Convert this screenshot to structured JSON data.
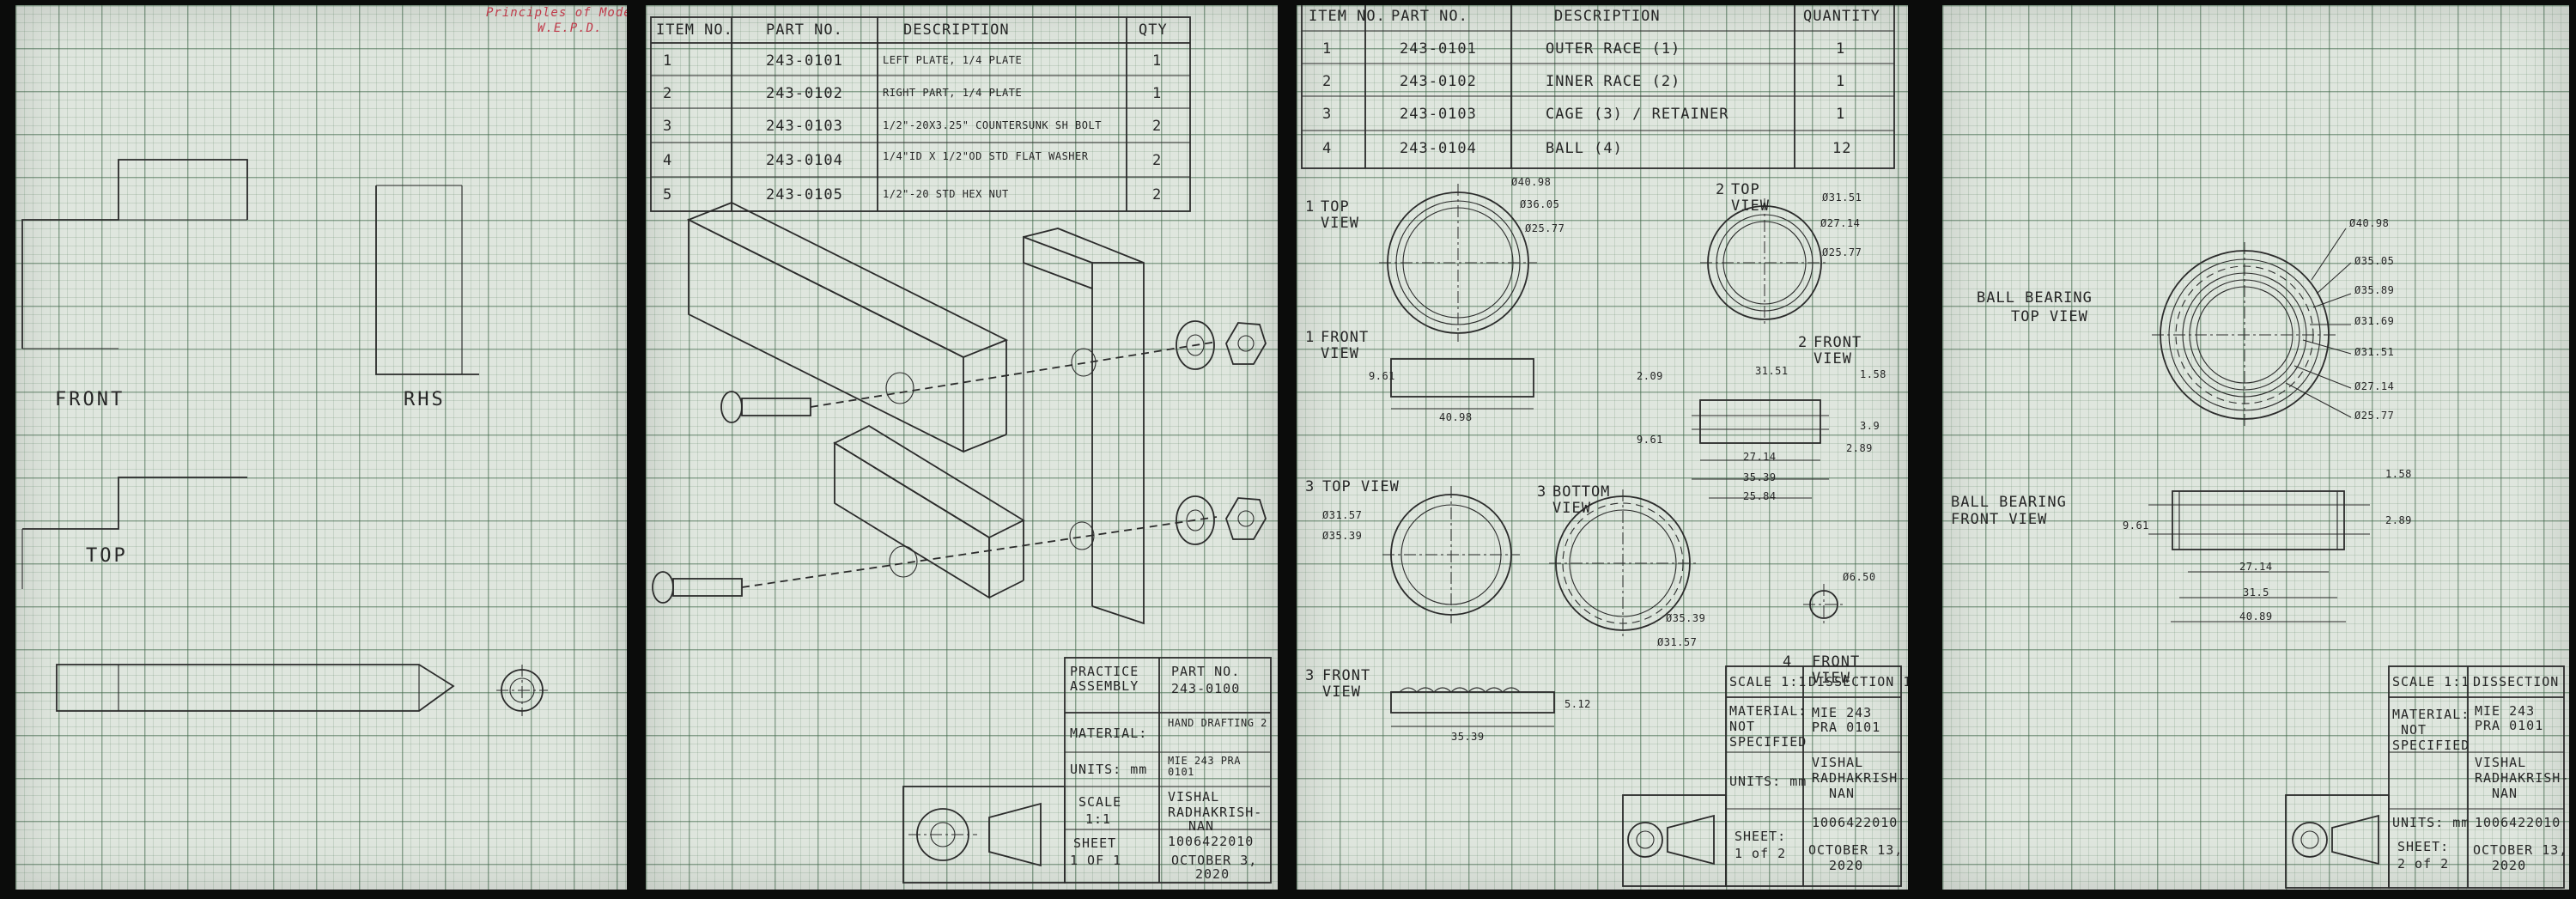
{
  "sheet1": {
    "header_note_line1": "Principles of Modelling",
    "header_note_line2": "W.E.P.D.",
    "label_front": "FRONT",
    "label_rhs": "RHS",
    "label_top": "TOP"
  },
  "sheet2": {
    "bom_headers": [
      "ITEM NO.",
      "PART NO.",
      "DESCRIPTION",
      "QTY"
    ],
    "bom_rows": [
      {
        "item": "1",
        "part": "243-0101",
        "desc": "LEFT PLATE, 1/4 PLATE",
        "qty": "1"
      },
      {
        "item": "2",
        "part": "243-0102",
        "desc": "RIGHT PART, 1/4 PLATE",
        "qty": "1"
      },
      {
        "item": "3",
        "part": "243-0103",
        "desc": "1/2\"-20X3.25\" COUNTERSUNK SH BOLT",
        "qty": "2"
      },
      {
        "item": "4",
        "part": "243-0104",
        "desc": "1/4\"ID X 1/2\"OD STD FLAT WASHER",
        "qty": "2"
      },
      {
        "item": "5",
        "part": "243-0105",
        "desc": "1/2\"-20 STD HEX NUT",
        "qty": "2"
      }
    ],
    "title_block": {
      "title": "PRACTICE ASSEMBLY",
      "part_no_label": "PART NO.",
      "part_no": "243-0100",
      "hand_drafting": "HAND DRAFTING 2",
      "material_label": "MATERIAL:",
      "material": "MIE 243 PRA 0101",
      "units": "UNITS: mm",
      "scale_label": "SCALE",
      "scale": "1:1",
      "author_line1": "VISHAL",
      "author_line2": "RADHAKRISH-",
      "author_line3": "NAN",
      "student_no": "1006422010",
      "sheet_label": "SHEET",
      "sheet": "1 OF 1",
      "date_line1": "OCTOBER 3,",
      "date_line2": "2020"
    }
  },
  "sheet3": {
    "bom_headers": [
      "ITEM NO.",
      "PART NO.",
      "DESCRIPTION",
      "QUANTITY"
    ],
    "bom_rows": [
      {
        "item": "1",
        "part": "243-0101",
        "desc": "OUTER RACE (1)",
        "qty": "1"
      },
      {
        "item": "2",
        "part": "243-0102",
        "desc": "INNER RACE (2)",
        "qty": "1"
      },
      {
        "item": "3",
        "part": "243-0103",
        "desc": "CAGE (3) / RETAINER",
        "qty": "1"
      },
      {
        "item": "4",
        "part": "243-0104",
        "desc": "BALL (4)",
        "qty": "12"
      }
    ],
    "labels": {
      "v1_top_num": "1",
      "v1_top": "TOP VIEW",
      "v2_top_num": "2",
      "v2_top": "TOP VIEW",
      "v1_front_num": "1",
      "v1_front": "FRONT VIEW",
      "v2_front_num": "2",
      "v2_front": "FRONT VIEW",
      "v3_top_num": "3",
      "v3_top": "TOP VIEW",
      "v3_bottom_num": "3",
      "v3_bottom": "BOTTOM VIEW",
      "v3_front_num": "3",
      "v3_front": "FRONT VIEW",
      "v4_front_num": "4",
      "v4_front": "FRONT VIEW"
    },
    "dims": {
      "d1": "Ø40.98",
      "d2": "Ø36.05",
      "d3": "Ø25.77",
      "d4": "Ø31.51",
      "d5": "Ø27.14",
      "d6": "Ø25.77",
      "d7": "9.61",
      "d8": "40.98",
      "d9": "2.09",
      "d10": "31.51",
      "d11": "1.58",
      "d12": "3.9",
      "d13": "9.61",
      "d14": "2.89",
      "d15": "27.14",
      "d16": "35.39",
      "d17": "25.84",
      "d18": "Ø31.57",
      "d19": "Ø35.39",
      "d20": "Ø35.39",
      "d21": "Ø31.57",
      "d22": "Ø6.50",
      "d23": "35.39",
      "d24": "5.12"
    },
    "title_block": {
      "scale": "SCALE 1:1",
      "title": "DISSECTION 1",
      "material_label": "MATERIAL:",
      "material_value_line1": "NOT",
      "material_value_line2": "SPECIFIED",
      "part": "MIE 243 PRA 0101",
      "author_line1": "VISHAL",
      "author_line2": "RADHAKRISH-",
      "author_line3": "NAN",
      "units": "UNITS: mm",
      "student_no": "1006422010",
      "sheet_label": "SHEET:",
      "sheet": "1 of 2",
      "date_line1": "OCTOBER 13,",
      "date_line2": "2020"
    }
  },
  "sheet4": {
    "label_top_line1": "BALL BEARING",
    "label_top_line2": "TOP VIEW",
    "label_front_line1": "BALL BEARING",
    "label_front_line2": "FRONT VIEW",
    "dims": {
      "d1": "Ø40.98",
      "d2": "Ø35.05",
      "d3": "Ø35.89",
      "d4": "Ø31.69",
      "d5": "Ø31.51",
      "d6": "Ø27.14",
      "d7": "Ø25.77",
      "d8": "1.58",
      "d9": "2.89",
      "d10": "9.61",
      "d11": "27.14",
      "d12": "31.5",
      "d13": "40.89"
    },
    "title_block": {
      "scale": "SCALE 1:1",
      "title": "DISSECTION",
      "material_label": "MATERIAL:",
      "material_value_line1": "NOT",
      "material_value_line2": "SPECIFIED",
      "part": "MIE 243 PRA 0101",
      "author_line1": "VISHAL",
      "author_line2": "RADHAKRISH-",
      "author_line3": "NAN",
      "units": "UNITS: mm",
      "student_no": "1006422010",
      "sheet_label": "SHEET:",
      "sheet": "2 of 2",
      "date_line1": "OCTOBER 13,",
      "date_line2": "2020"
    }
  }
}
